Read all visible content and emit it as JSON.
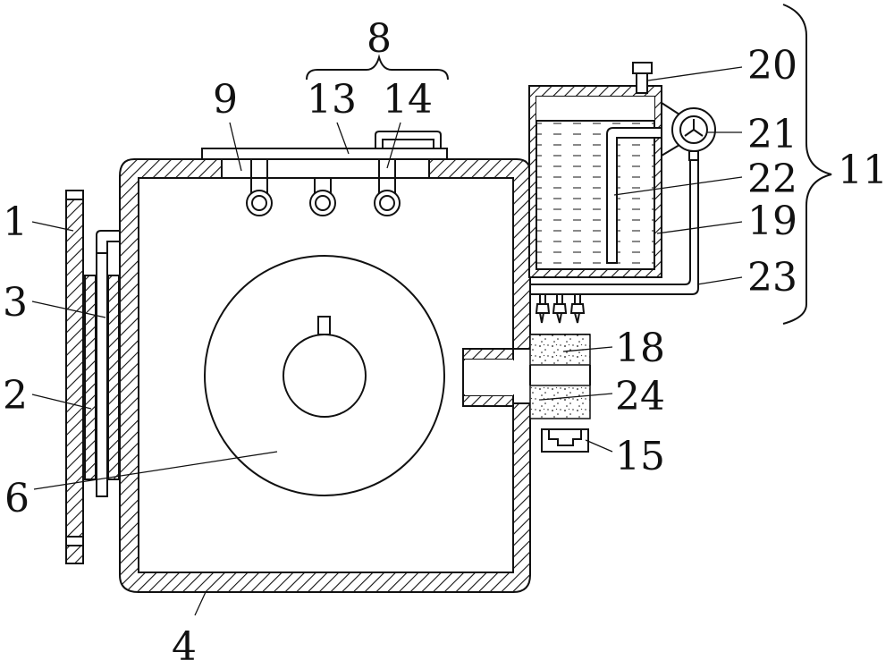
{
  "diagram": {
    "type": "patent-style mechanical cross-section drawing",
    "labels": {
      "l1": "1",
      "l2": "2",
      "l3": "3",
      "l4": "4",
      "l6": "6",
      "l8": "8",
      "l9": "9",
      "l11": "11",
      "l13": "13",
      "l14": "14",
      "l15": "15",
      "l18": "18",
      "l19": "19",
      "l20": "20",
      "l21": "21",
      "l22": "22",
      "l23": "23",
      "l24": "24"
    },
    "colors": {
      "line": "#111111",
      "background": "#ffffff"
    }
  }
}
